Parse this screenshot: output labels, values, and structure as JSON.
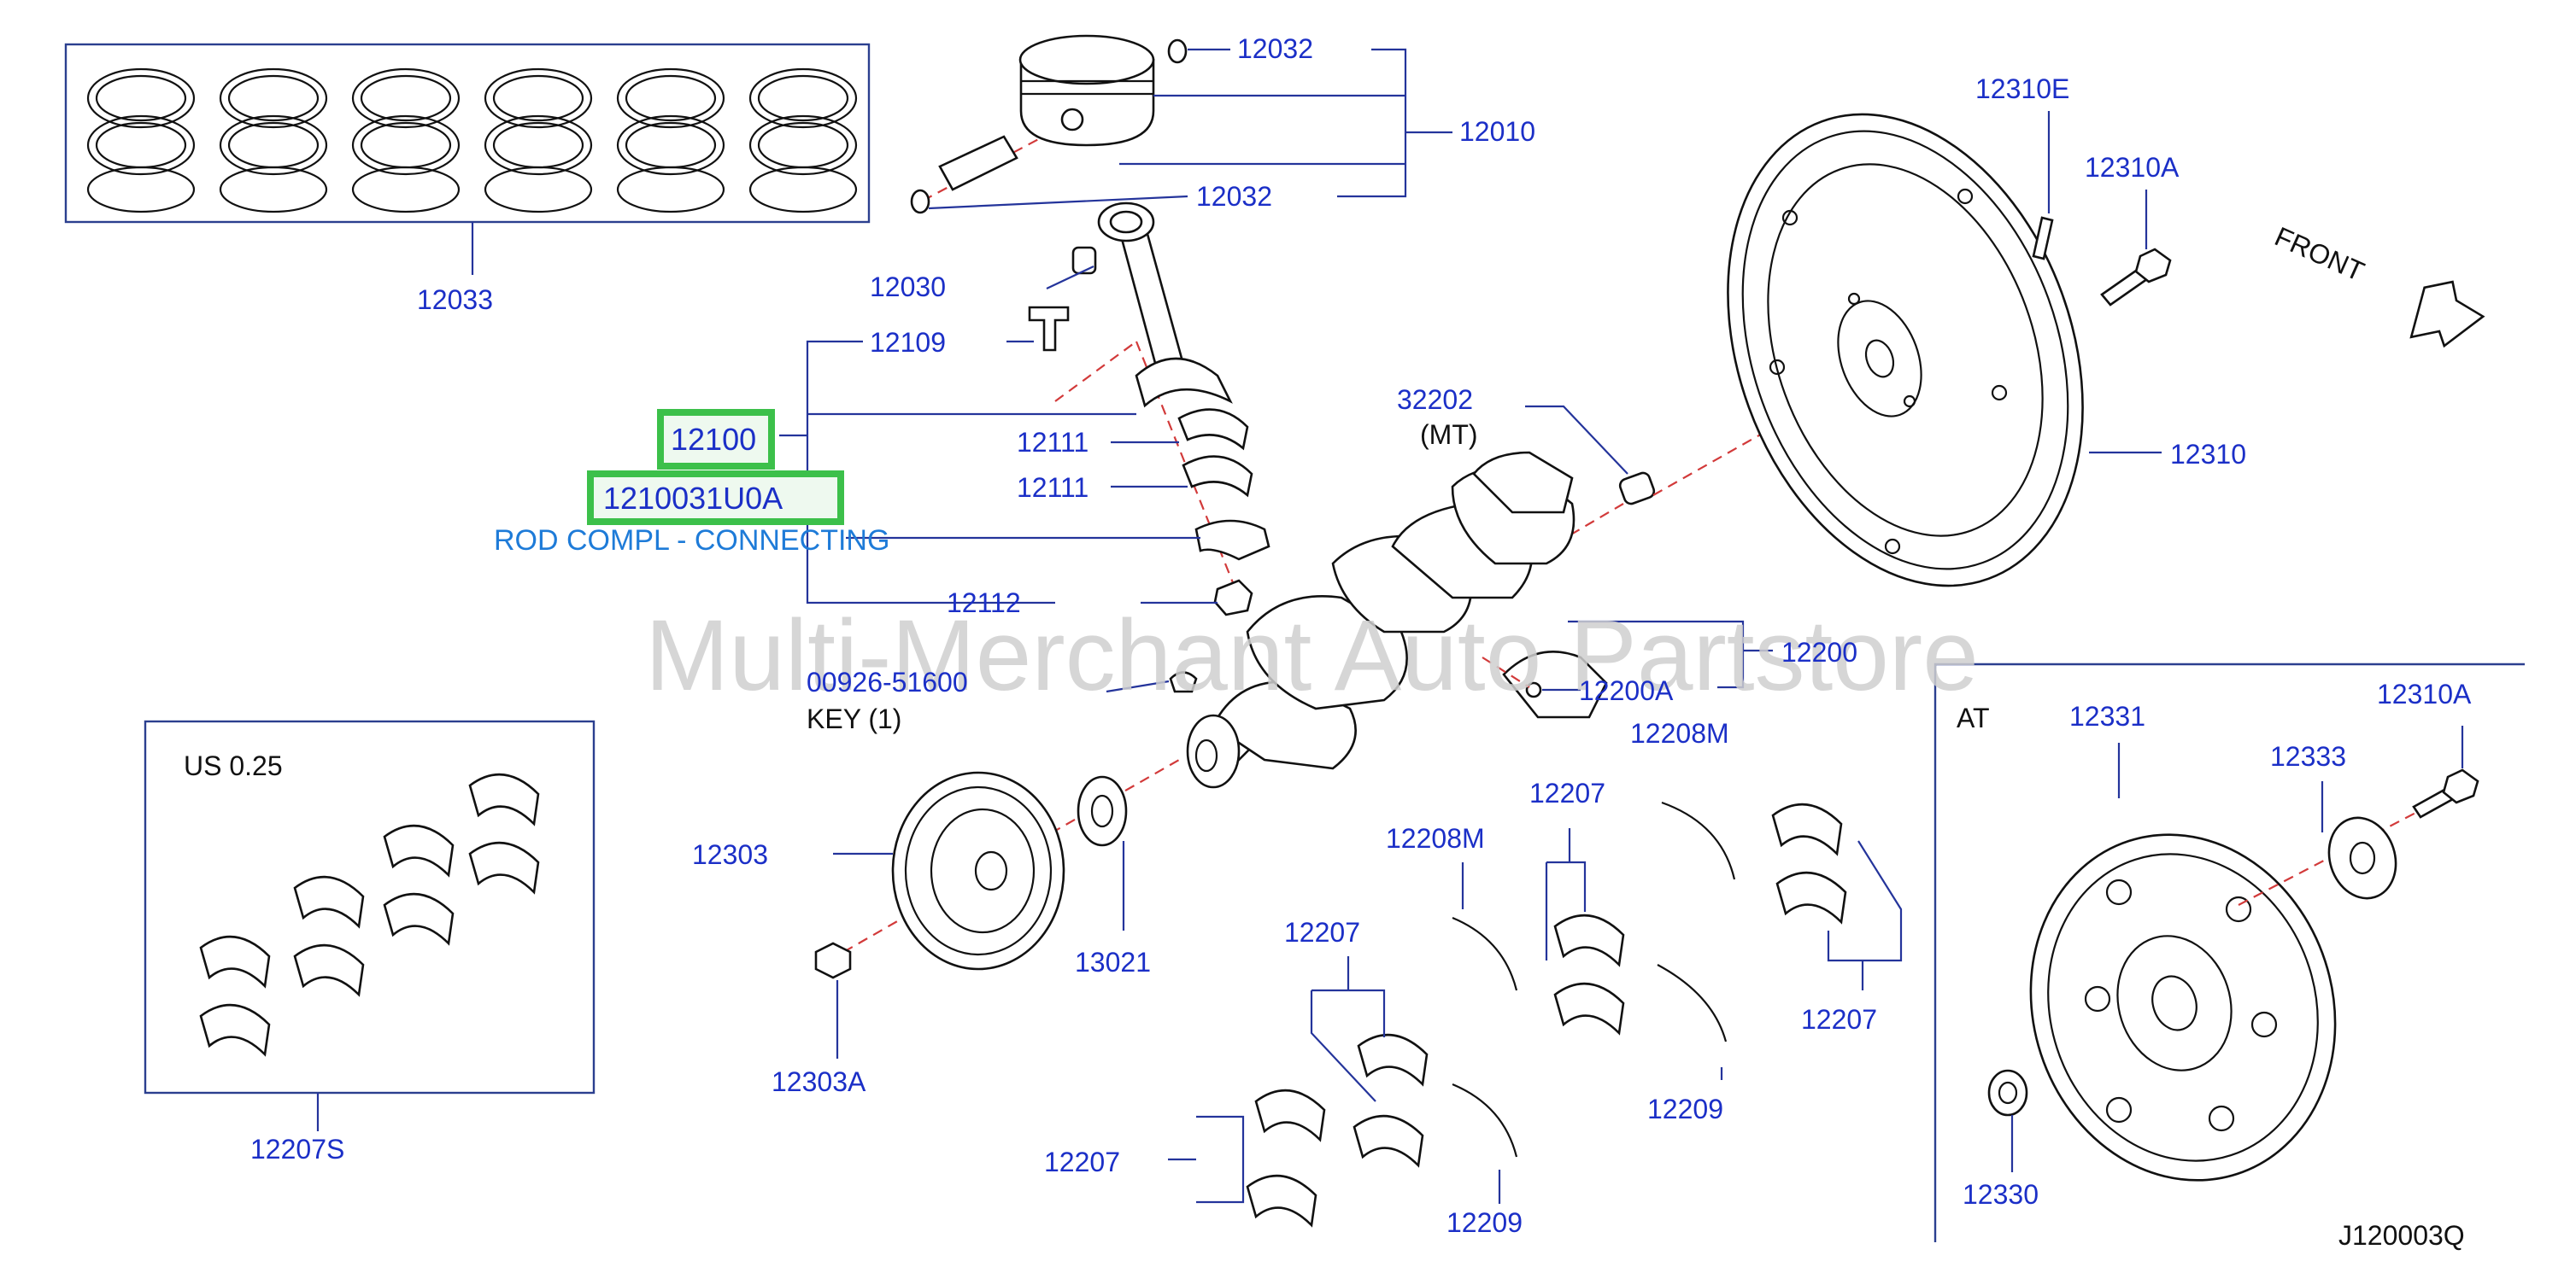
{
  "labels": {
    "p12032a": "12032",
    "p12010": "12010",
    "p12032b": "12032",
    "p12033": "12033",
    "p12030": "12030",
    "p12109": "12109",
    "p12100": "12100",
    "p1210031U0A": "1210031U0A",
    "rod_name": "ROD COMPL - CONNECTING",
    "p12111a": "12111",
    "p12111b": "12111",
    "p12112": "12112",
    "p00926": "00926-51600",
    "key": "KEY   (1)",
    "p32202": "32202",
    "mt": "(MT)",
    "p12310E": "12310E",
    "p12310A_top": "12310A",
    "front": "FRONT",
    "p12310": "12310",
    "p12200": "12200",
    "p12200A": "12200A",
    "p12208M_a": "12208M",
    "p12208M_b": "12208M",
    "p12207_a": "12207",
    "p12207_b": "12207",
    "p12207_c": "12207",
    "p12207_d": "12207",
    "p12209_a": "12209",
    "p12209_b": "12209",
    "us": "US   0.25",
    "p12207S": "12207S",
    "p12303": "12303",
    "p13021": "13021",
    "p12303A": "12303A",
    "at": "AT",
    "p12331": "12331",
    "p12333": "12333",
    "p12310A_at": "12310A",
    "p12330": "12330",
    "code": "J120003Q"
  },
  "watermark": "Multi-Merchant Auto Partstore",
  "colors": {
    "label_blue": "#1b2fc7",
    "highlight_green": "#3cc04a",
    "name_blue": "#1e7bd8",
    "axis_red": "#d23a3a"
  }
}
